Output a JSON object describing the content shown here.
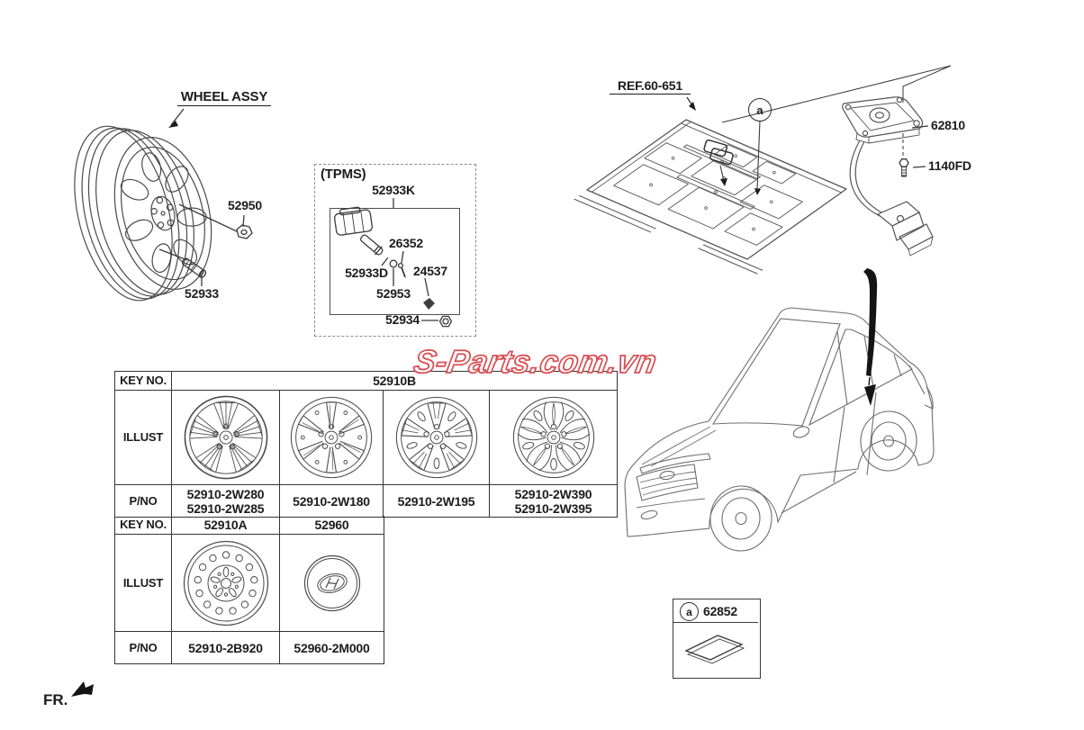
{
  "page": {
    "background": "#ffffff",
    "ink": "#1c1c1c",
    "line": "#4a4a4a"
  },
  "watermark": {
    "text": "S-Parts.com.vn",
    "outline": "#d85055",
    "fill": "#ffffff"
  },
  "wheel_assembly": {
    "label": "WHEEL ASSY",
    "lug_nut": "52950",
    "valve": "52933"
  },
  "tpms": {
    "title": "(TPMS)",
    "kit": "52933K",
    "screw": "26352",
    "sensor": "52933D",
    "valve_core": "24537",
    "cap": "52953",
    "nut": "52934"
  },
  "rear_floor": {
    "ref": "REF.60-651",
    "callout": "a",
    "carrier": "62810",
    "bolt": "1140FD"
  },
  "pad_box": {
    "callout": "a",
    "part": "62852"
  },
  "front_marker": {
    "label": "FR."
  },
  "table": {
    "key_label": "KEY NO.",
    "illust_label": "ILLUST",
    "pno_label": "P/NO",
    "s1_key": "52910B",
    "s1_pno": [
      [
        "52910-2W280",
        "52910-2W285"
      ],
      [
        "52910-2W180"
      ],
      [
        "52910-2W195"
      ],
      [
        "52910-2W390",
        "52910-2W395"
      ]
    ],
    "s2_keys": [
      "52910A",
      "52960"
    ],
    "s2_pno": [
      "52910-2B920",
      "52960-2M000"
    ]
  }
}
